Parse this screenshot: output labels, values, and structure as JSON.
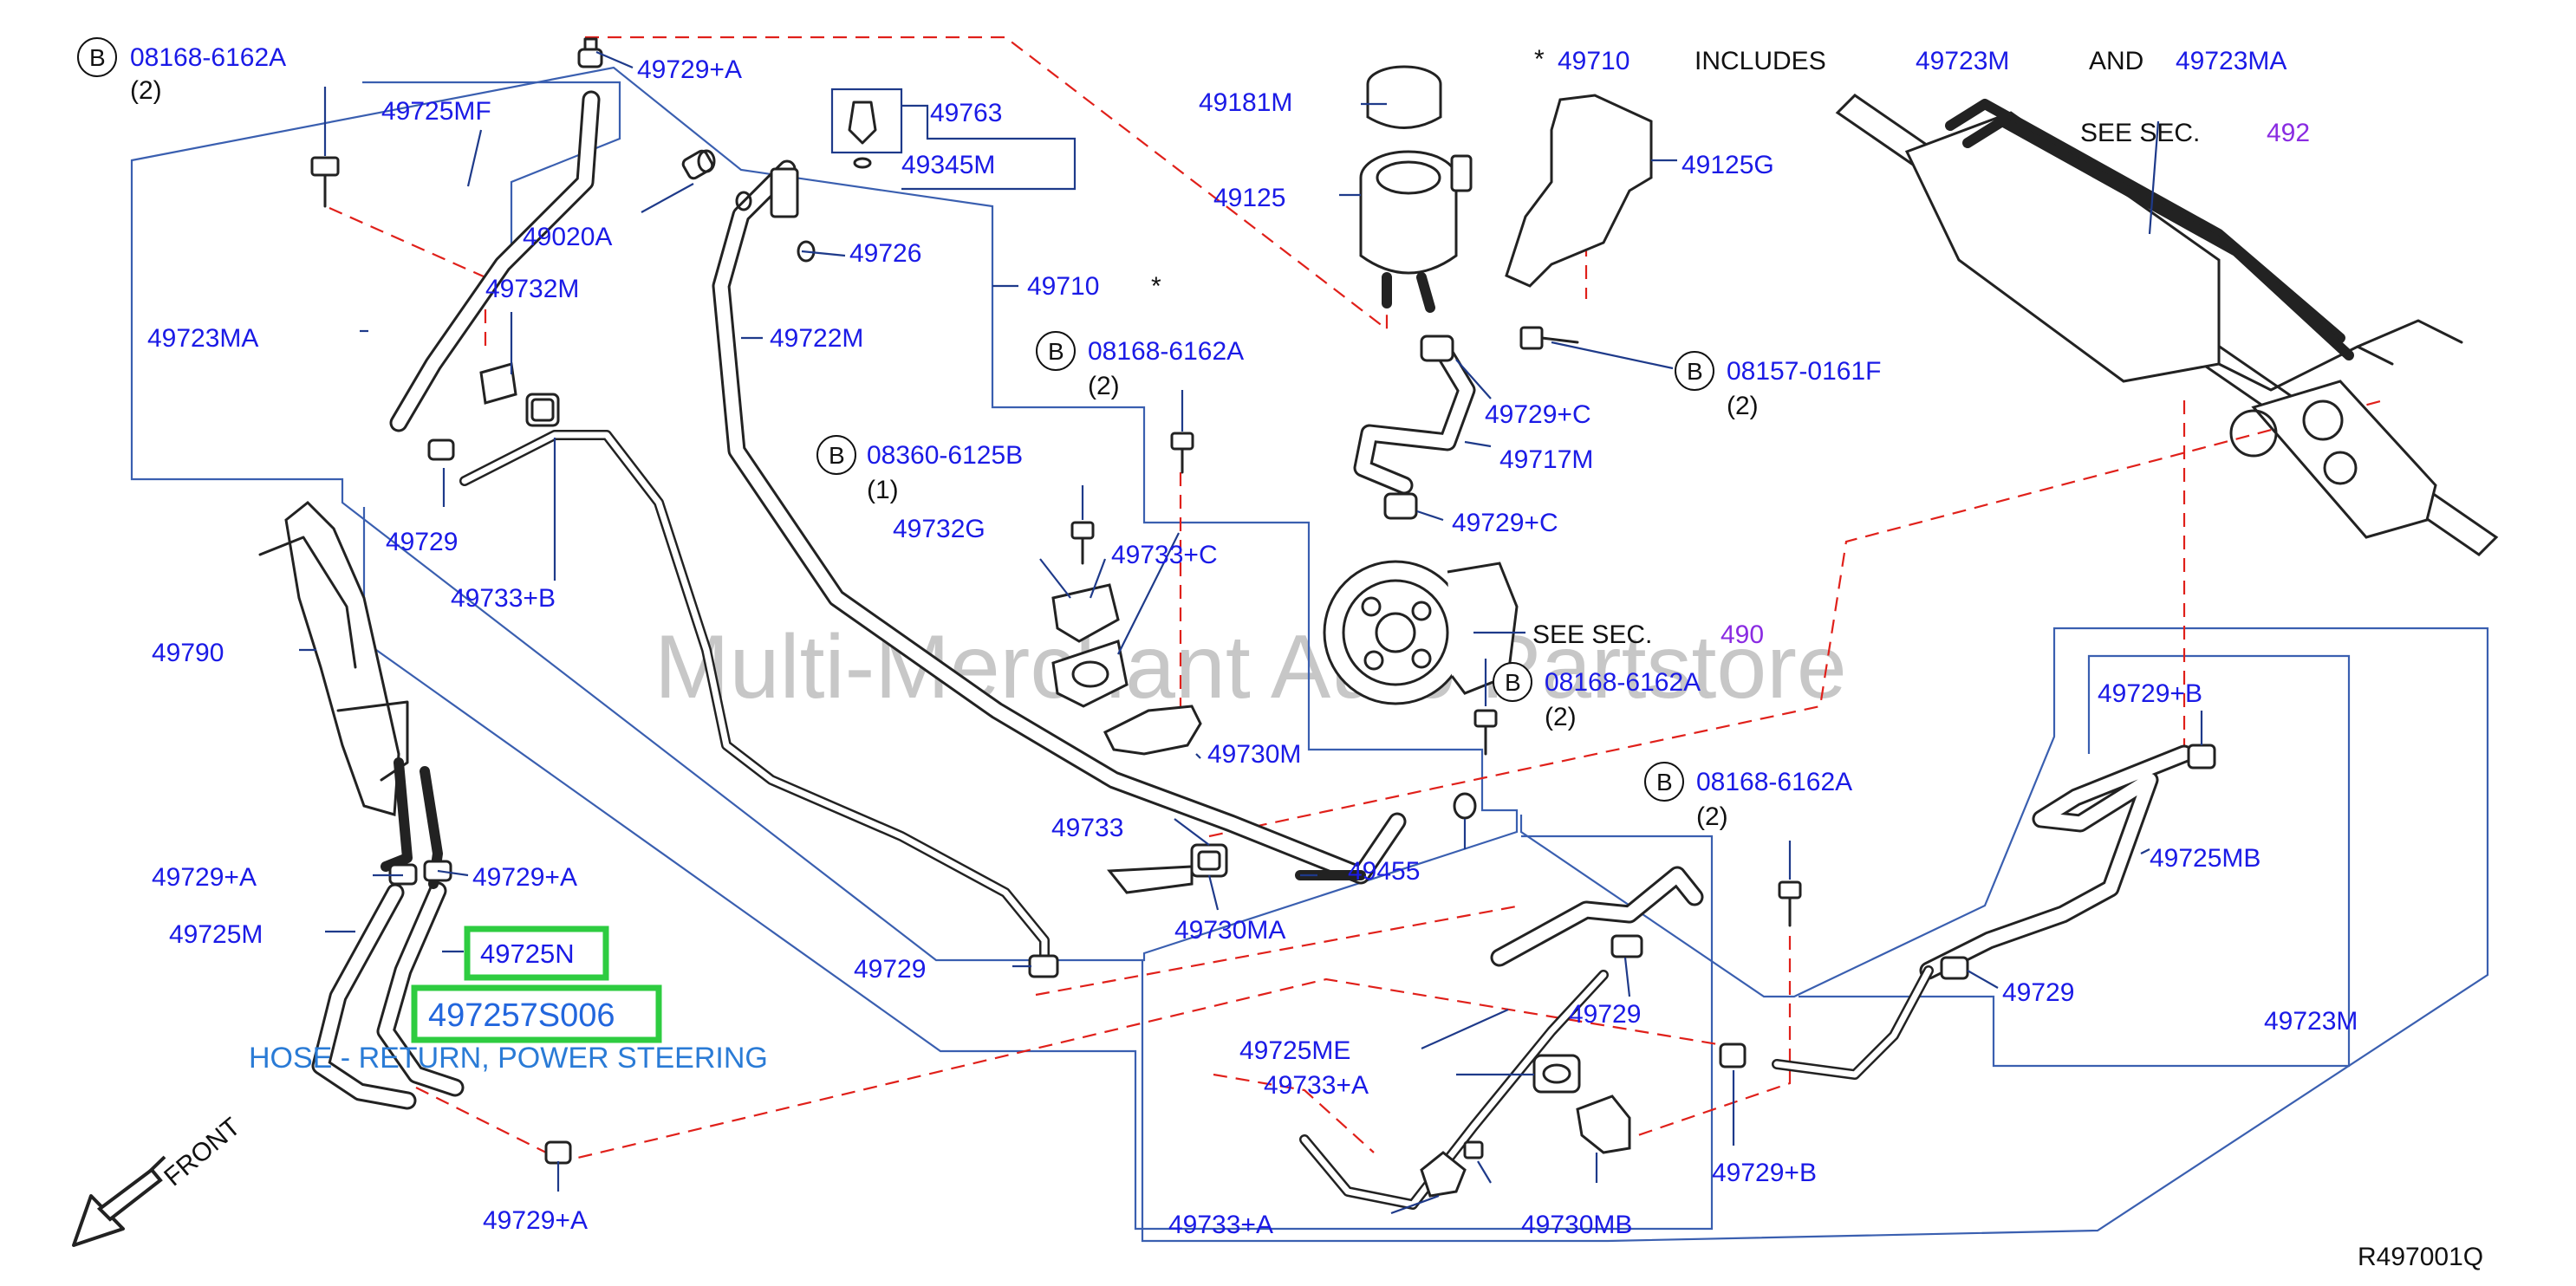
{
  "diagram": {
    "labels": {
      "b_08168_6162a_1": "08168-6162A",
      "b_qty_2_1": "(2)",
      "p_49729a_top": "49729+A",
      "p_49725mf": "49725MF",
      "p_49020a": "49020A",
      "p_49763": "49763",
      "p_49345m": "49345M",
      "p_49726": "49726",
      "p_49722m": "49722M",
      "p_49732m": "49732M",
      "p_49723ma": "49723MA",
      "p_49710_mid": "49710",
      "star_mid": "*",
      "b_08168_6162a_2": "08168-6162A",
      "b_qty_2_2": "(2)",
      "b_08360_6125b": "08360-6125B",
      "b_qty_1": "(1)",
      "p_49732g": "49732G",
      "p_49733c": "49733+C",
      "p_49729_left": "49729",
      "p_49733b": "49733+B",
      "p_49790": "49790",
      "p_49730m": "49730M",
      "p_49733": "49733",
      "p_49455": "49455",
      "p_49730ma": "49730MA",
      "p_49729a_l1": "49729+A",
      "p_49729a_l2": "49729+A",
      "p_49725m": "49725M",
      "p_49725n": "49725N",
      "p_497257s006": "497257S006",
      "desc_hose": "HOSE - RETURN, POWER STEERING",
      "p_49729_mid": "49729",
      "p_49181m": "49181M",
      "p_49125": "49125",
      "star_top": "*",
      "p_49710_top": "49710",
      "includes": "INCLUDES",
      "p_49723m_top": "49723M",
      "and": "AND",
      "p_49723ma_top": "49723MA",
      "p_49125g": "49125G",
      "see_sec_1": "SEE   SEC.",
      "sec_492": "492",
      "b_08157_0161f": "08157-0161F",
      "b_qty_2_3": "(2)",
      "p_49729c_1": "49729+C",
      "p_49717m": "49717M",
      "p_49729c_2": "49729+C",
      "see_sec_2": "SEE   SEC.",
      "sec_490": "490",
      "b_08168_6162a_3": "08168-6162A",
      "b_qty_2_4": "(2)",
      "b_08168_6162a_4": "08168-6162A",
      "b_qty_2_5": "(2)",
      "p_49729b_top": "49729+B",
      "p_49725mb": "49725MB",
      "p_49729_right": "49729",
      "p_49723m_right": "49723M",
      "p_49729_low": "49729",
      "p_49725me": "49725ME",
      "p_49733a_1": "49733+A",
      "p_49729b_low": "49729+B",
      "p_49733a_2": "49733+A",
      "p_49730mb": "49730MB",
      "p_49729a_bottom": "49729+A",
      "front": "FRONT",
      "ref_code": "R497001Q",
      "watermark": "Multi-Merchant Auto Partstore",
      "b_letter": "B"
    },
    "colors": {
      "part_number": "#1a1ae6",
      "section_ref": "#8a2be2",
      "highlight": "#2ecc40",
      "dashed_leader": "#e0201a",
      "group_outline": "#3a5fb0"
    }
  }
}
